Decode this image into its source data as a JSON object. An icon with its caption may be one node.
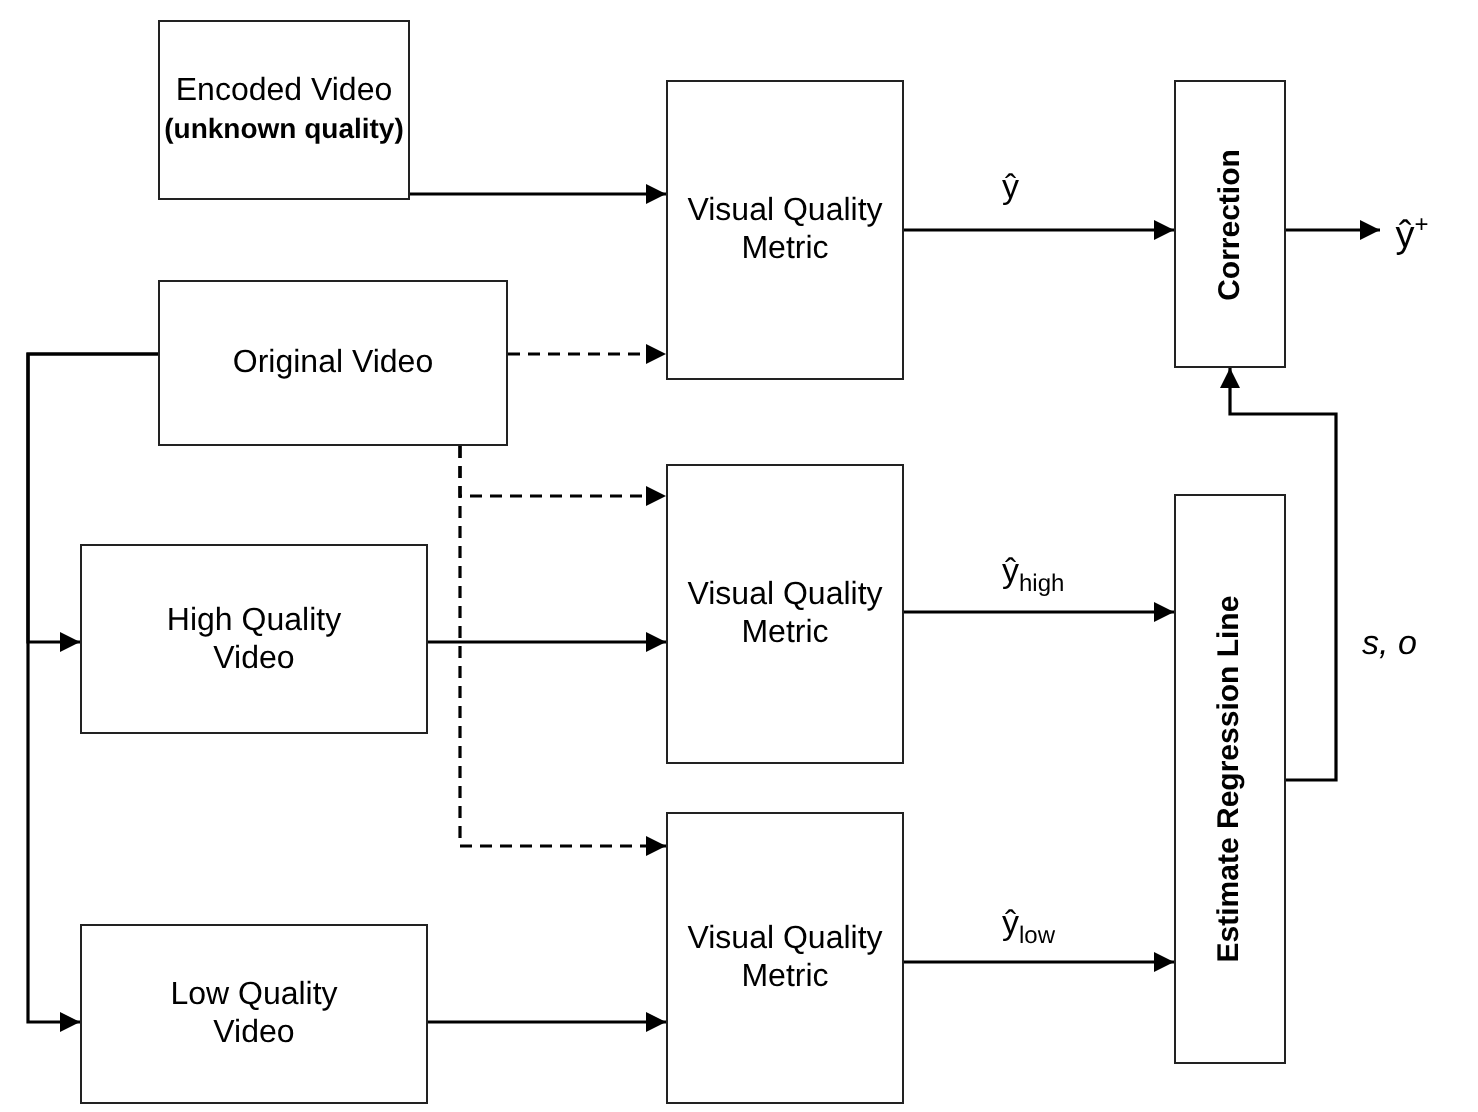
{
  "diagram": {
    "nodes": [
      {
        "text": [
          "Encoded Video",
          "(unknown quality)"
        ]
      },
      {
        "text": [
          "Visual Quality Metric"
        ]
      },
      {
        "text": [
          "Correction"
        ]
      },
      {
        "text": [
          "ŷ$^{+}$"
        ]
      },
      {
        "text": [
          "Original Video"
        ]
      },
      {
        "text": [
          "High Quality Video"
        ]
      },
      {
        "text": [
          "Visual Quality Metric"
        ]
      },
      {
        "text": [
          "Estimate Regression Line"
        ]
      },
      {
        "text": [
          "Low Quality Video"
        ]
      },
      {
        "text": [
          "Visual Quality Metric"
        ]
      }
    ],
    "edges": [
      {
        "from": 0,
        "to": 1,
        "arrow": "to"
      },
      {
        "from": 4,
        "to": 1,
        "arrow": "to",
        "style": "dashed"
      },
      {
        "from": 4,
        "to": 6,
        "arrow": "to",
        "style": "dashed"
      },
      {
        "from": 4,
        "to": 9,
        "arrow": "to",
        "style": "dashed"
      },
      {
        "from": 4,
        "to": 5,
        "arrow": "to"
      },
      {
        "from": 4,
        "to": 8,
        "arrow": "to"
      },
      {
        "from": 5,
        "to": 6,
        "arrow": "to"
      },
      {
        "from": 8,
        "to": 9,
        "arrow": "to"
      },
      {
        "from": 1,
        "to": 2,
        "arrow": "to",
        "label": "ŷ"
      },
      {
        "from": 6,
        "to": 7,
        "arrow": "to",
        "label": "ŷ$_{high}$"
      },
      {
        "from": 9,
        "to": 7,
        "arrow": "to",
        "label": "ŷ$_{low}$"
      },
      {
        "from": 7,
        "to": 2,
        "arrow": "to",
        "label": "s, o"
      },
      {
        "from": 2,
        "to": 3,
        "arrow": "to"
      }
    ]
  }
}
